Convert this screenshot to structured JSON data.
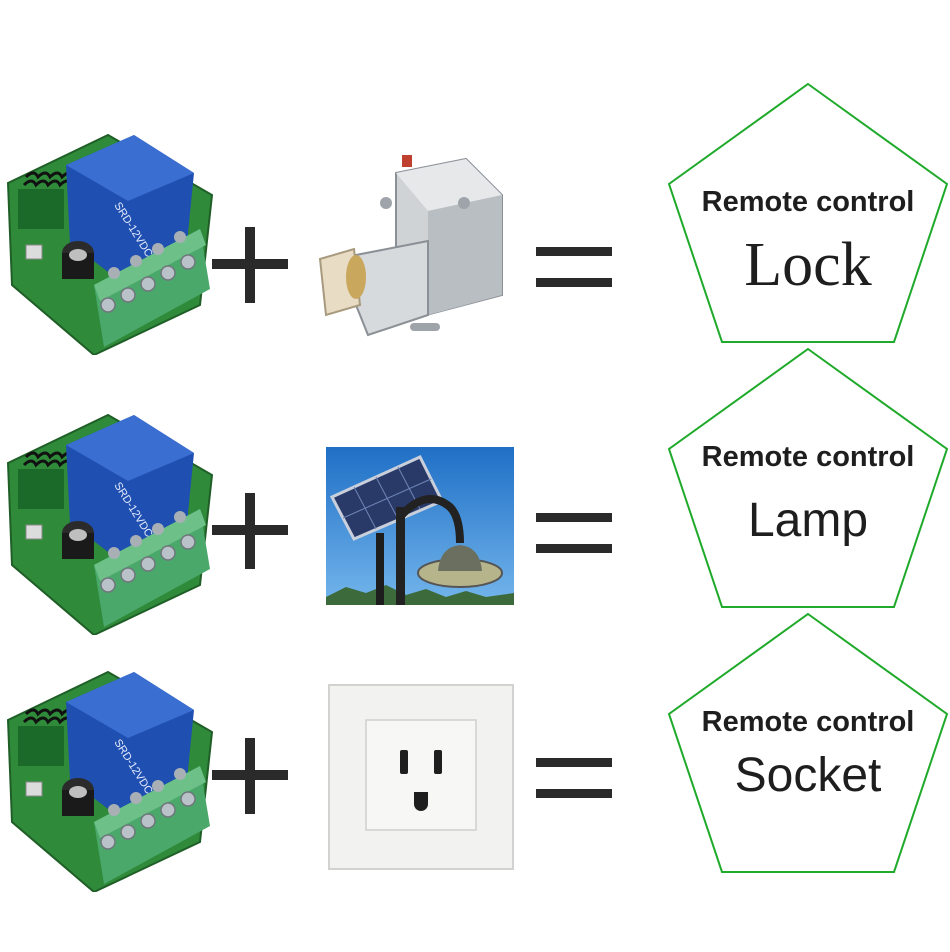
{
  "colors": {
    "badge_outline": "#1faa2b",
    "operator": "#2a2a2a",
    "pcb_green": "#2f8a3a",
    "relay_blue": "#1f4fb0",
    "terminal_green": "#4aa86a",
    "sky_blue": "#2e86d8"
  },
  "rows": [
    {
      "module_icon": "relay-receiver-module",
      "operator_1": "plus",
      "device_icon": "electric-solenoid-lock",
      "operator_2": "equals",
      "badge": {
        "line1": "Remote control",
        "line2": "Lock"
      }
    },
    {
      "module_icon": "relay-receiver-module",
      "operator_1": "plus",
      "device_icon": "solar-street-lamp",
      "operator_2": "equals",
      "badge": {
        "line1": "Remote control",
        "line2": "Lamp"
      }
    },
    {
      "module_icon": "relay-receiver-module",
      "operator_1": "plus",
      "device_icon": "wall-power-socket",
      "operator_2": "equals",
      "badge": {
        "line1": "Remote control",
        "line2": "Socket"
      }
    }
  ]
}
